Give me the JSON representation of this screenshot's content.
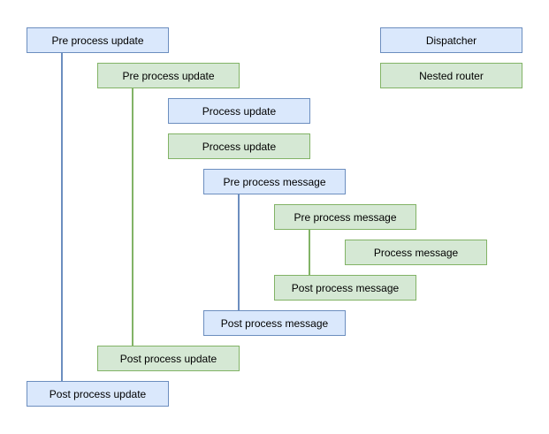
{
  "diagram": {
    "type": "lifecycle-sequence-diagram",
    "background": "#ffffff",
    "colors": {
      "blue_fill": "#dae8fc",
      "blue_stroke": "#6c8ebf",
      "green_fill": "#d5e8d4",
      "green_stroke": "#82b366",
      "text": "#000000"
    },
    "nodes": [
      {
        "label": "Pre process update",
        "color": "blue"
      },
      {
        "label": "Dispatcher",
        "color": "blue"
      },
      {
        "label": "Pre process update",
        "color": "green"
      },
      {
        "label": "Nested router",
        "color": "green"
      },
      {
        "label": "Process update",
        "color": "blue"
      },
      {
        "label": "Process update",
        "color": "green"
      },
      {
        "label": "Pre process message",
        "color": "blue"
      },
      {
        "label": "Pre process message",
        "color": "green"
      },
      {
        "label": "Process message",
        "color": "green"
      },
      {
        "label": "Post process message",
        "color": "green"
      },
      {
        "label": "Post process message",
        "color": "blue"
      },
      {
        "label": "Post process update",
        "color": "green"
      },
      {
        "label": "Post process update",
        "color": "blue"
      }
    ],
    "connectors": [
      {
        "from": "Pre process update (blue)",
        "to": "Post process update (blue)",
        "color": "blue"
      },
      {
        "from": "Pre process update (green)",
        "to": "Post process update (green)",
        "color": "green"
      },
      {
        "from": "Pre process message (blue)",
        "to": "Post process message (blue)",
        "color": "blue"
      },
      {
        "from": "Pre process message (green)",
        "to": "Post process message (green)",
        "color": "green"
      }
    ]
  }
}
